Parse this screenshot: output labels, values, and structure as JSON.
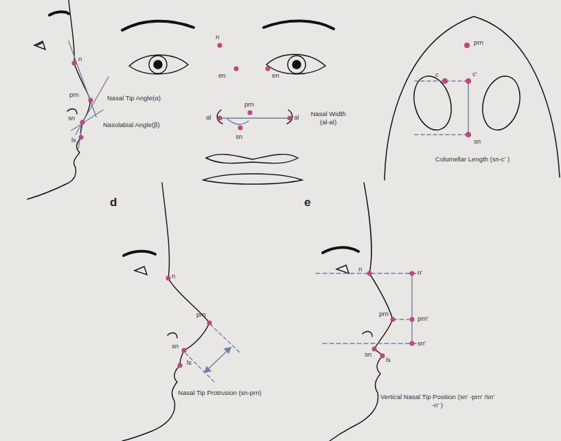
{
  "diagram": {
    "labels": [
      "n",
      "prn",
      "Nasal Tip Angle(α)",
      "sn",
      "Nasolabial Angle(β)",
      "ls",
      "n",
      "en",
      "en",
      "al",
      "prn",
      "al",
      "Nasal Width (al-al)",
      "sn",
      "prn",
      "c",
      "c'",
      "sn",
      "Columellar Length (sn-c' )",
      "d",
      "n",
      "prn",
      "sn",
      "ls",
      "Nasal Tip Protrusion (sn-prn)",
      "e",
      "n",
      "n'",
      "prn",
      "prn'",
      "sn'",
      "sn",
      "ls",
      "Vertical Nasal Tip Position (sn' -prn' /sn' -n' )"
    ]
  }
}
